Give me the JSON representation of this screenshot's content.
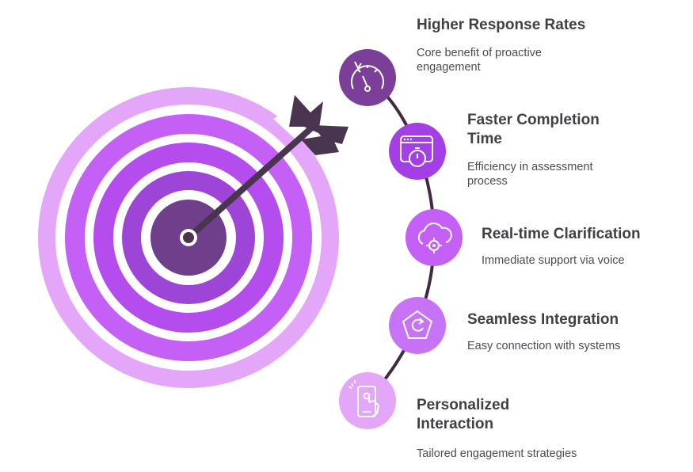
{
  "colors": {
    "ring_outer": "#e3a6f9",
    "ring_mid": "#c460f6",
    "ring_inner": "#a03ee6",
    "bullseye": "#6f3f8c",
    "arrow": "#4a3551",
    "icon_dark": "#7b3f99",
    "icon_mid": "#a43fe6",
    "icon_light": "#d894f8",
    "connector": "#3f2b44",
    "title_text": "#3f3f46",
    "desc_text": "#4b4b55"
  },
  "items": [
    {
      "title": "Higher Response Rates",
      "description": "Core benefit of proactive\nengagement",
      "icon": "speedometer-icon"
    },
    {
      "title": "Faster Completion\nTime",
      "description": "Efficiency in assessment\nprocess",
      "icon": "stopwatch-window-icon"
    },
    {
      "title": "Real-time Clarification",
      "description": "Immediate support via voice",
      "icon": "cloud-gear-icon"
    },
    {
      "title": "Seamless Integration",
      "description": "Easy connection with systems",
      "icon": "refresh-pentagon-icon"
    },
    {
      "title": "Personalized\nInteraction",
      "description": "Tailored engagement strategies",
      "icon": "phone-touch-icon"
    }
  ]
}
